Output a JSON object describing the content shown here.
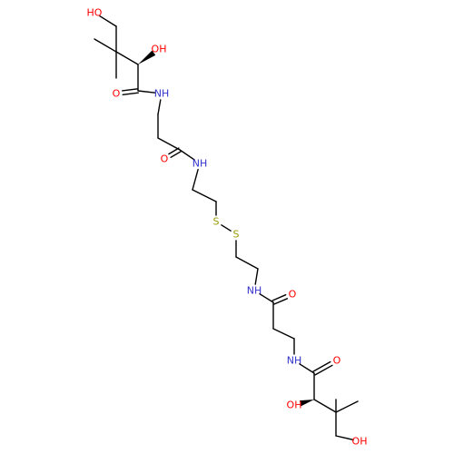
{
  "colors": {
    "bond": "#000000",
    "oxygen": "#ff0000",
    "nitrogen": "#3333cc",
    "sulfur": "#999900",
    "background": "#ffffff"
  },
  "atoms": {
    "ho_top": "HO",
    "oh_top": "OH",
    "o_top1": "O",
    "nh_top1": "NH",
    "o_top2": "O",
    "nh_top2": "NH",
    "s1": "S",
    "s2": "S",
    "nh_bot2": "NH",
    "o_bot2": "O",
    "nh_bot1": "NH",
    "o_bot1": "O",
    "oh_bot": "OH",
    "ho_bot": "OH"
  }
}
